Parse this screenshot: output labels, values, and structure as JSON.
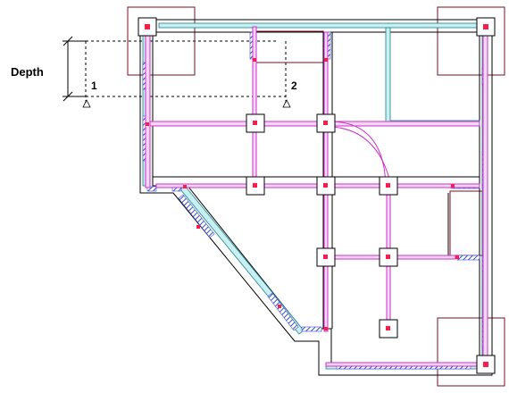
{
  "dimension": {
    "label": "Depth"
  },
  "section_markers": [
    {
      "label": "1"
    },
    {
      "label": "2"
    }
  ],
  "colors": {
    "outline": "#000000",
    "beam": "#cc33cc",
    "beam_fill": "#f5d6f5",
    "wall_fill": "#c8f0f0",
    "wall_stroke": "#1a7f8f",
    "hatch": "#3a4fcf",
    "node": "#ff1a4a",
    "column_box": "#7a1020",
    "dashed": "#000000"
  },
  "icons": [
    "section-arrow-icon",
    "dimension-tick-icon",
    "column-node-icon"
  ]
}
